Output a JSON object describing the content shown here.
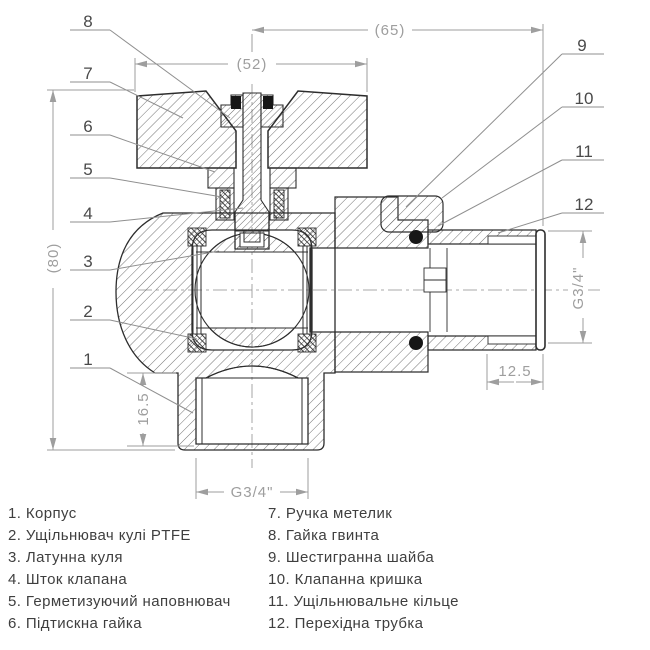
{
  "drawing": {
    "callouts": [
      "1",
      "2",
      "3",
      "4",
      "5",
      "6",
      "7",
      "8",
      "9",
      "10",
      "11",
      "12"
    ],
    "dimensions": {
      "total_width": "(65)",
      "handle_width": "(52)",
      "total_height": "(80)",
      "outlet_depth": "16.5",
      "tail_length": "12.5",
      "bottom_thread": "G3/4\"",
      "side_thread": "G3/4\""
    }
  },
  "legend": {
    "items": [
      {
        "text": "1. Корпус"
      },
      {
        "text": "2. Ущільнювач кулі PTFE"
      },
      {
        "text": "3. Латунна куля"
      },
      {
        "text": "4. Шток клапана"
      },
      {
        "text": "5. Герметизуючий наповнювач"
      },
      {
        "text": "6. Підтискна гайка"
      },
      {
        "text": "7. Ручка метелик"
      },
      {
        "text": "8. Гайка гвинта"
      },
      {
        "text": "9. Шестигранна шайба"
      },
      {
        "text": "10. Клапанна кришка"
      },
      {
        "text": "11. Ущільнювальне кільце"
      },
      {
        "text": "12. Перехідна трубка"
      }
    ]
  }
}
